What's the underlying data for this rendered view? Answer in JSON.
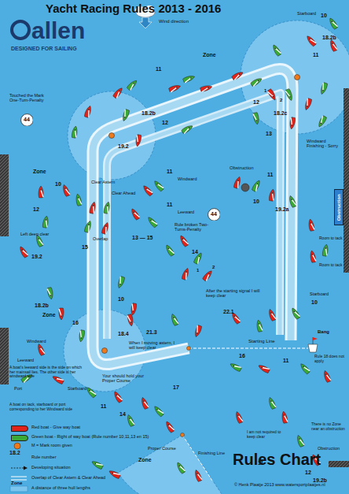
{
  "diagram": {
    "title": "Yacht Racing Rules 2013 - 2016",
    "nodes": [
      {
        "text": [
          "44"
        ]
      },
      {
        "text": [
          "44"
        ]
      },
      {
        "text": [
          "Obstruction"
        ]
      }
    ],
    "labels": [
      "allen",
      "DESIGNED FOR SAILING",
      "Wind direction",
      "Zone",
      "Starboard",
      "10",
      "18.2b",
      "Touched the Mark One-Turn-Penalty",
      "11",
      "18.2b",
      "12",
      "19.2",
      "12",
      "18.2c",
      "13",
      "Windward Finishing - Sorry",
      "11",
      "Zone",
      "10",
      "Clear Astern",
      "Clear Ahead",
      "Windward",
      "11",
      "11",
      "Leeward",
      "Obstruction",
      "11",
      "10",
      "19.2a",
      "12",
      "Left deep clear",
      "19.2",
      "Overlap",
      "15",
      "13 — 15",
      "Rule broken Two-Turns-Penalty",
      "14",
      "Room to tack",
      "Room to tack",
      "18.2b",
      "10",
      "16",
      "18.4",
      "Zone",
      "After the starting signal I will keep clear",
      "22.1",
      "21.3",
      "When I moving astern, I will keep clear",
      "Starting Line",
      "Bang",
      "Rule 18 does not apply",
      "Starboard",
      "10",
      "16",
      "11",
      "Windward",
      "Leeward",
      "A boat's leeward side is the side on which her mainsail lies. The other side is her windward side",
      "Port",
      "Starboard",
      "A boat on tack, starboard or port corresponding to her Windward side",
      "Your should hold your Proper Course",
      "17",
      "11",
      "14",
      "Proper Course",
      "Finishing Line",
      "Zone",
      "There is no Zone near an obstruction",
      "Obstruction",
      "11",
      "12",
      "19.2b",
      "I am not required to keep clear",
      "Rules Chart",
      "© Henk Plaatje 2013 www.watersportplaatjes.nl",
      "Zone",
      "18.2",
      "1",
      "2",
      "1",
      "2"
    ],
    "legend": [
      {
        "text": "Red boat - Give way boat",
        "color": "#e2231a"
      },
      {
        "text": "Green boat - Right of way boat (Rule number 10,11,13 en 15)",
        "color": "#3aa935"
      },
      {
        "text": "M = Mark room given"
      },
      {
        "text": "Rule number"
      },
      {
        "text": "Developing situation"
      },
      {
        "text": "Overlap of Clear Astern & Clear Ahead"
      },
      {
        "text": "A distance of three hull lengths"
      }
    ]
  }
}
